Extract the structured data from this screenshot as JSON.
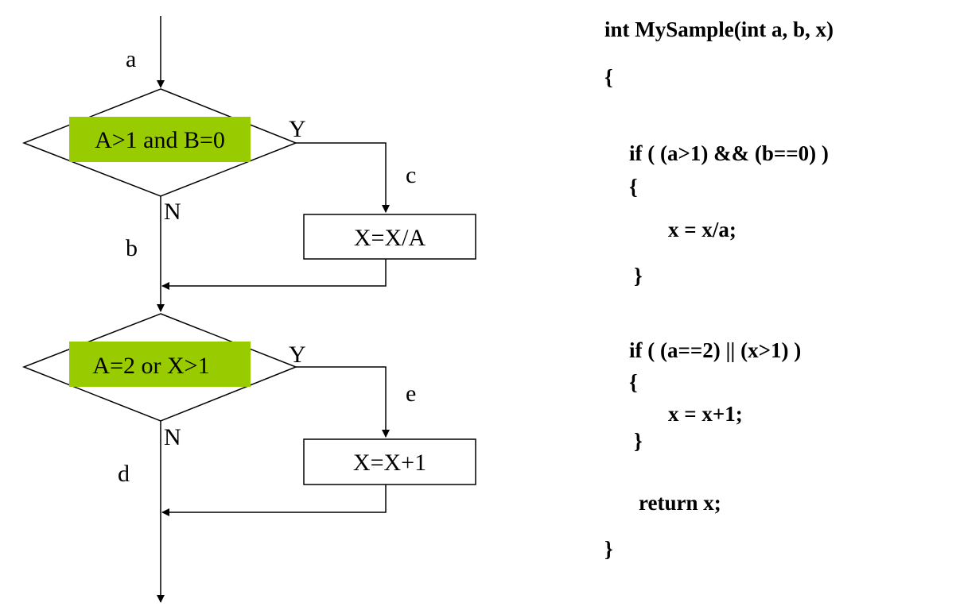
{
  "flowchart": {
    "edge_labels": {
      "a": "a",
      "b": "b",
      "c": "c",
      "d": "d",
      "e": "e"
    },
    "decision1": {
      "condition": "A>1 and B=0",
      "yes": "Y",
      "no": "N"
    },
    "process1": {
      "text": "X=X/A"
    },
    "decision2": {
      "condition": "A=2 or X>1",
      "yes": "Y",
      "no": "N"
    },
    "process2": {
      "text": "X=X+1"
    },
    "colors": {
      "condition_fill": "#99CC00",
      "line": "#000000"
    }
  },
  "code": {
    "signature": "int MySample(int a, b, x)",
    "open_brace": "{",
    "if1": "if ( (a>1) && (b==0) )",
    "if1_open": "{",
    "stmt1": "x = x/a;",
    "if1_close": "}",
    "if2": "if ( (a==2) || (x>1) )",
    "if2_open": "{",
    "stmt2": "x = x+1;",
    "if2_close": "}",
    "return_stmt": "return x;",
    "close_brace": "}"
  }
}
